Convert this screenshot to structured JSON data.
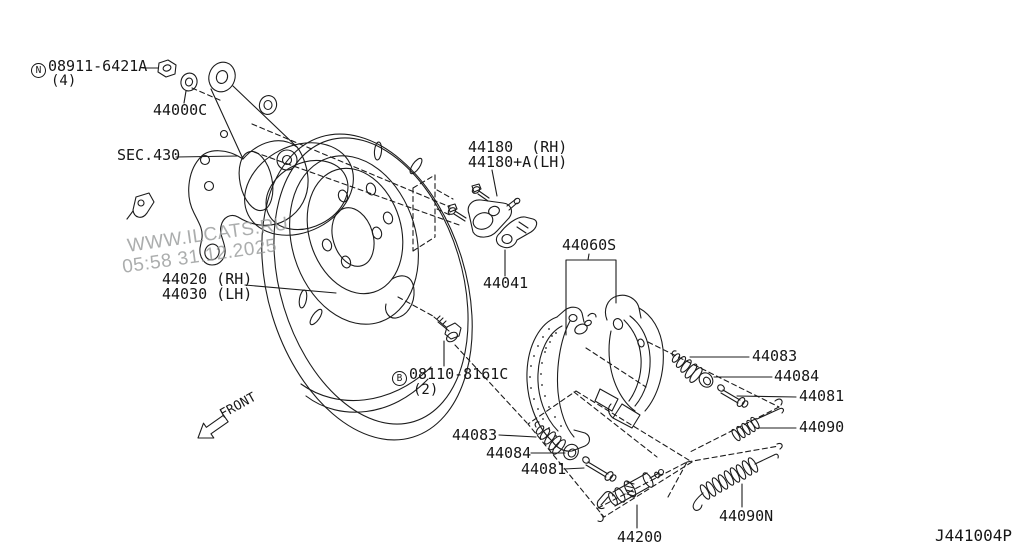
{
  "diagram": {
    "code": "J441004P",
    "front_label": "FRONT",
    "watermark_line1": "WWW.ILCATS.RU",
    "watermark_line2": "05:58 31.12.2025"
  },
  "labels": {
    "nut_badge": "N",
    "nut_code": "08911-6421A",
    "nut_qty": "(4)",
    "washer_44000c": "44000C",
    "section_ref": "SEC.430",
    "lever_rh": "44180  (RH)",
    "lever_lh": "44180+A(LH)",
    "strut": "44041",
    "shoe_kit": "44060S",
    "plate_rh": "44020 (RH)",
    "plate_lh": "44030 (LH)",
    "bolt_badge": "B",
    "bolt_code": "08110-8161C",
    "bolt_qty": "(2)",
    "spring_right": "44083",
    "washer_right": "44084",
    "pin_right": "44081",
    "return_spring_right": "44090",
    "spring_left": "44083",
    "washer_left": "44084",
    "pin_left": "44081",
    "adjuster": "44200",
    "return_spring_lower": "44090N"
  },
  "colors": {
    "line": "#1c1c1c",
    "watermark": "#b5b5b5",
    "background": "#ffffff"
  }
}
